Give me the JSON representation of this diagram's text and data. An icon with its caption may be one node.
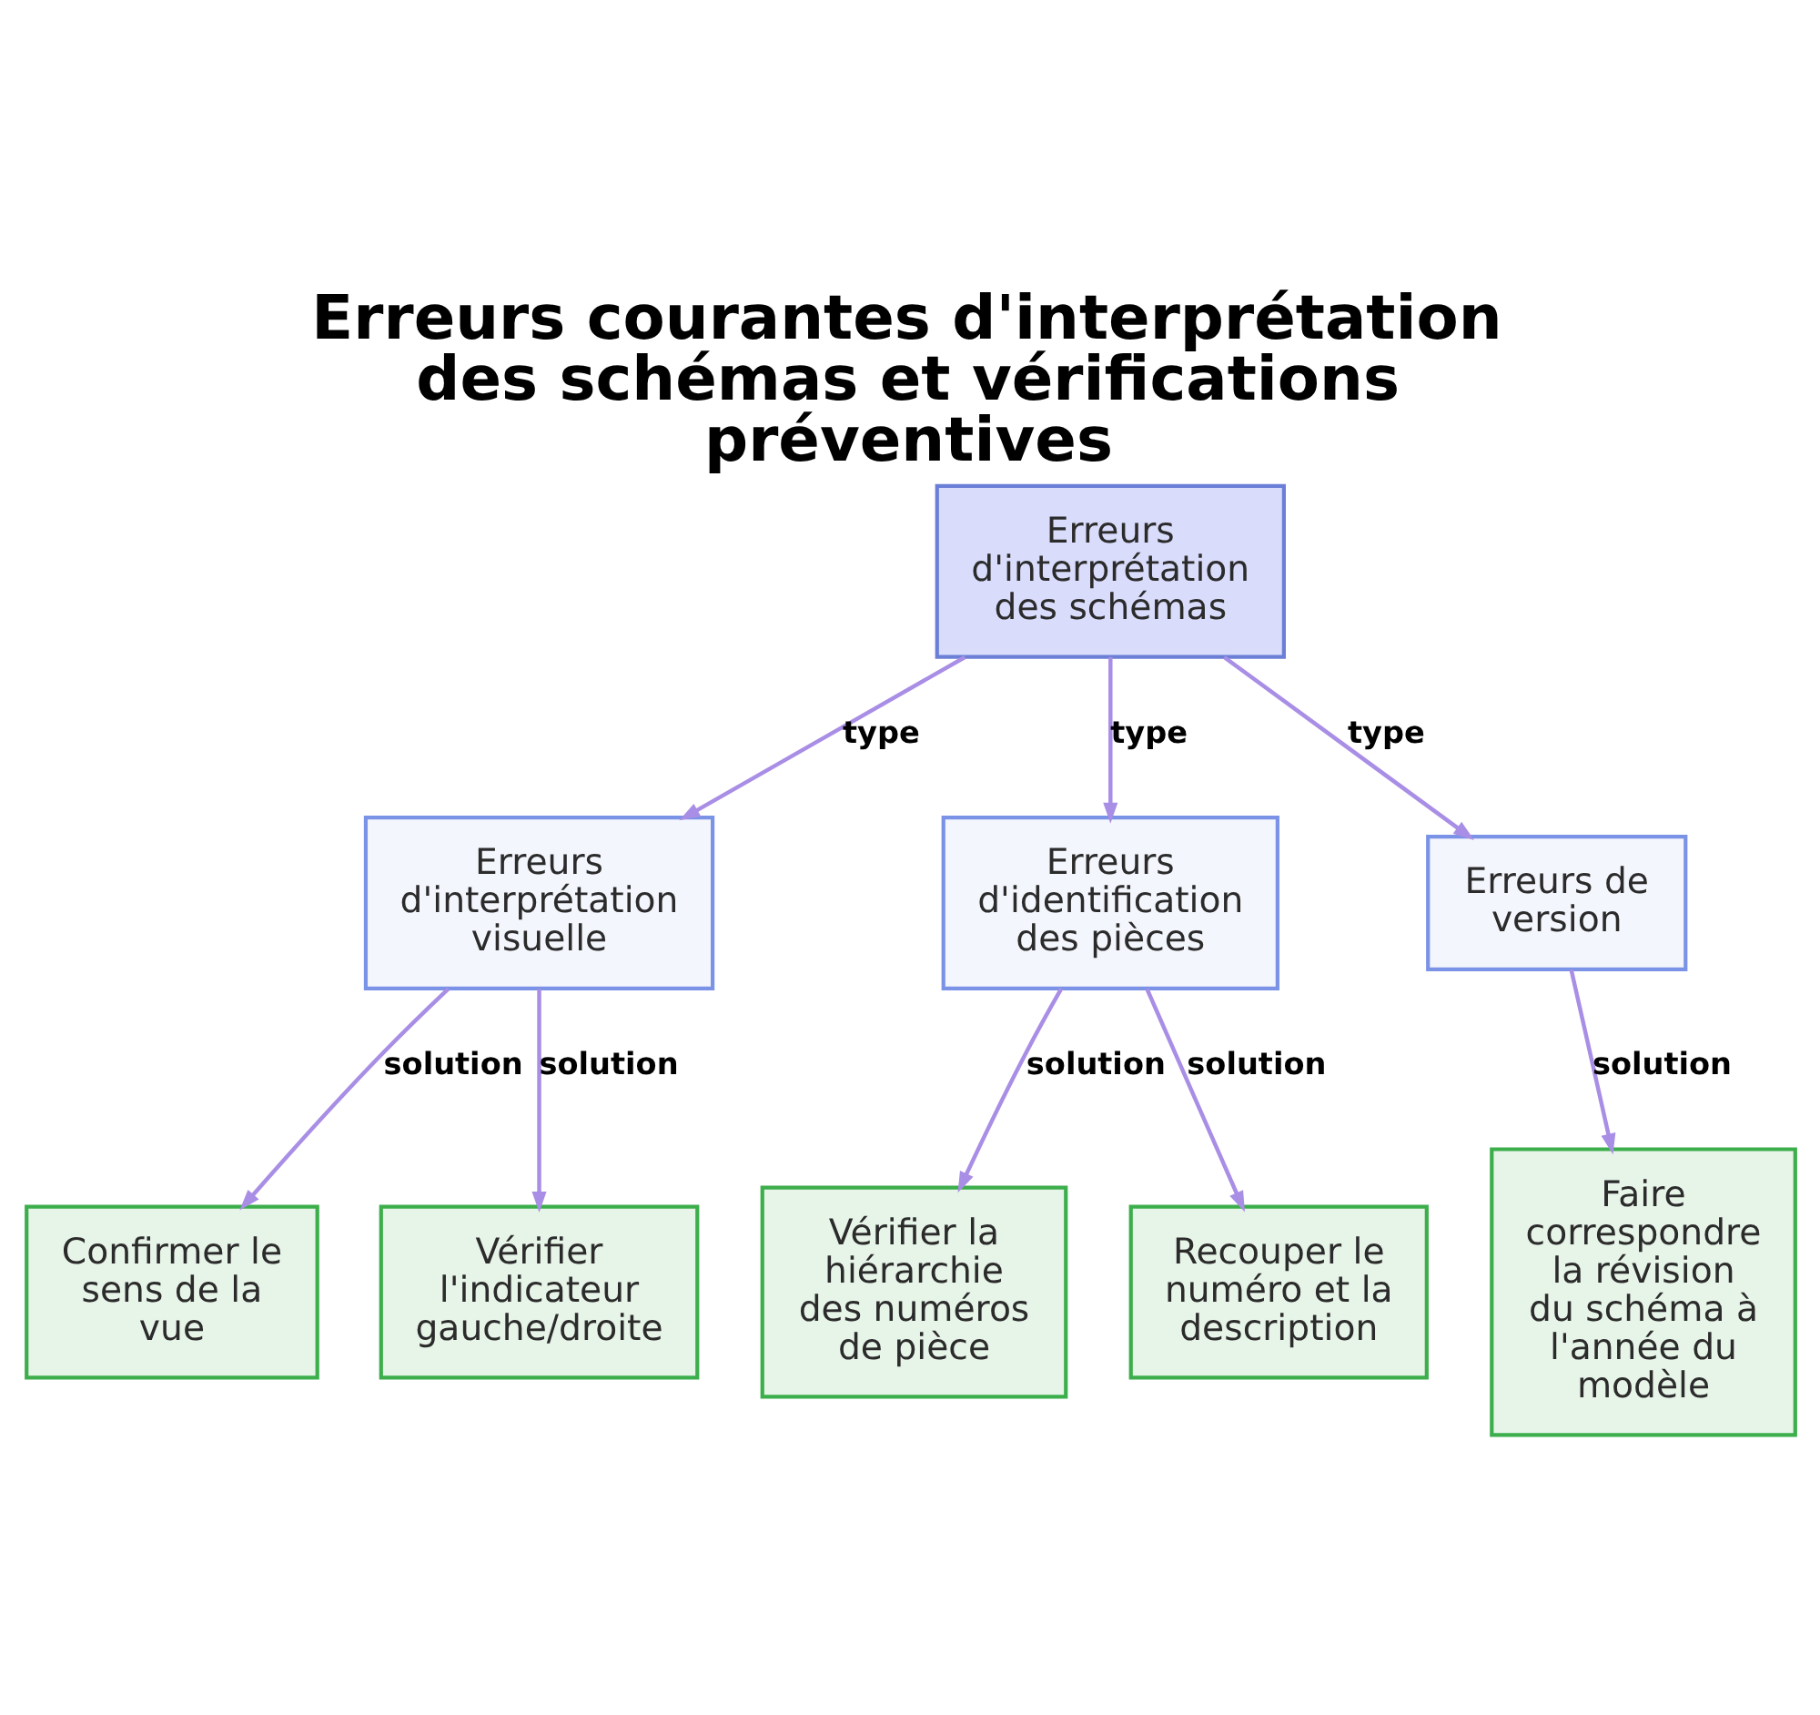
{
  "diagram": {
    "title": "Erreurs courantes d'interprétation des schémas et vérifications préventives",
    "nodes": [
      {
        "text": [
          "Erreurs d'interprétation des schémas"
        ]
      },
      {
        "text": [
          "Erreurs d'interprétation visuelle"
        ]
      },
      {
        "text": [
          "Erreurs d'identification des pièces"
        ]
      },
      {
        "text": [
          "Erreurs de version"
        ]
      },
      {
        "text": [
          "Confirmer le sens de la vue"
        ]
      },
      {
        "text": [
          "Vérifier l'indicateur gauche/droite"
        ]
      },
      {
        "text": [
          "Vérifier la hiérarchie des numéros de pièce"
        ]
      },
      {
        "text": [
          "Recouper le numéro et la description"
        ]
      },
      {
        "text": [
          "Faire correspondre la révision du schéma à l'année du modèle"
        ]
      }
    ],
    "edges": [
      {
        "from": 0,
        "to": 1,
        "arrow": "to",
        "label": "type"
      },
      {
        "from": 0,
        "to": 2,
        "arrow": "to",
        "label": "type"
      },
      {
        "from": 0,
        "to": 3,
        "arrow": "to",
        "label": "type"
      },
      {
        "from": 1,
        "to": 4,
        "arrow": "to",
        "label": "solution"
      },
      {
        "from": 1,
        "to": 5,
        "arrow": "to",
        "label": "solution"
      },
      {
        "from": 2,
        "to": 6,
        "arrow": "to",
        "label": "solution"
      },
      {
        "from": 2,
        "to": 7,
        "arrow": "to",
        "label": "solution"
      },
      {
        "from": 3,
        "to": 8,
        "arrow": "to",
        "label": "solution"
      }
    ]
  }
}
